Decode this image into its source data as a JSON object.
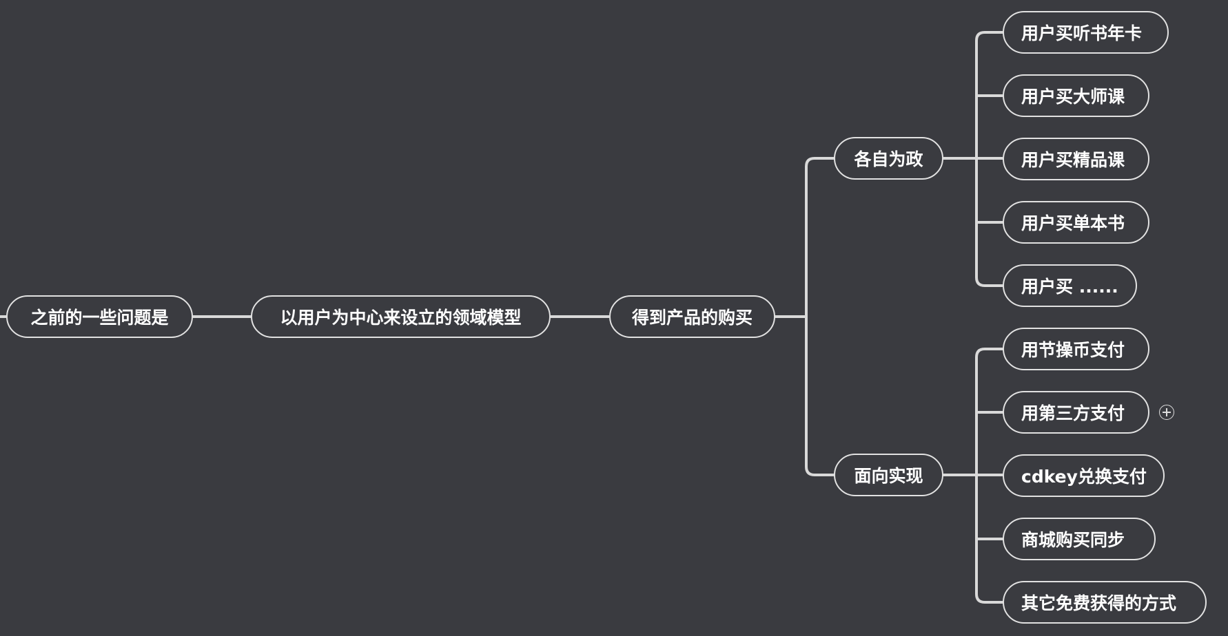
{
  "root": {
    "label": "之前的一些问题是"
  },
  "level1": {
    "label": "以用户为中心来设立的领域模型"
  },
  "level2": {
    "label": "得到产品的购买"
  },
  "branches": [
    {
      "label": "各自为政",
      "children": [
        "用户买听书年卡",
        "用户买大师课",
        "用户买精品课",
        "用户买单本书",
        "用户买 ......"
      ]
    },
    {
      "label": "面向实现",
      "children": [
        "用节操币支付",
        "用第三方支付",
        "cdkey兑换支付",
        "商城购买同步",
        "其它免费获得的方式"
      ]
    }
  ],
  "icons": {
    "expand": "plus-circle-icon"
  },
  "colors": {
    "background": "#3a3b40",
    "line": "#d9d9d9",
    "border": "#e2e2e2",
    "text": "#ffffff"
  }
}
